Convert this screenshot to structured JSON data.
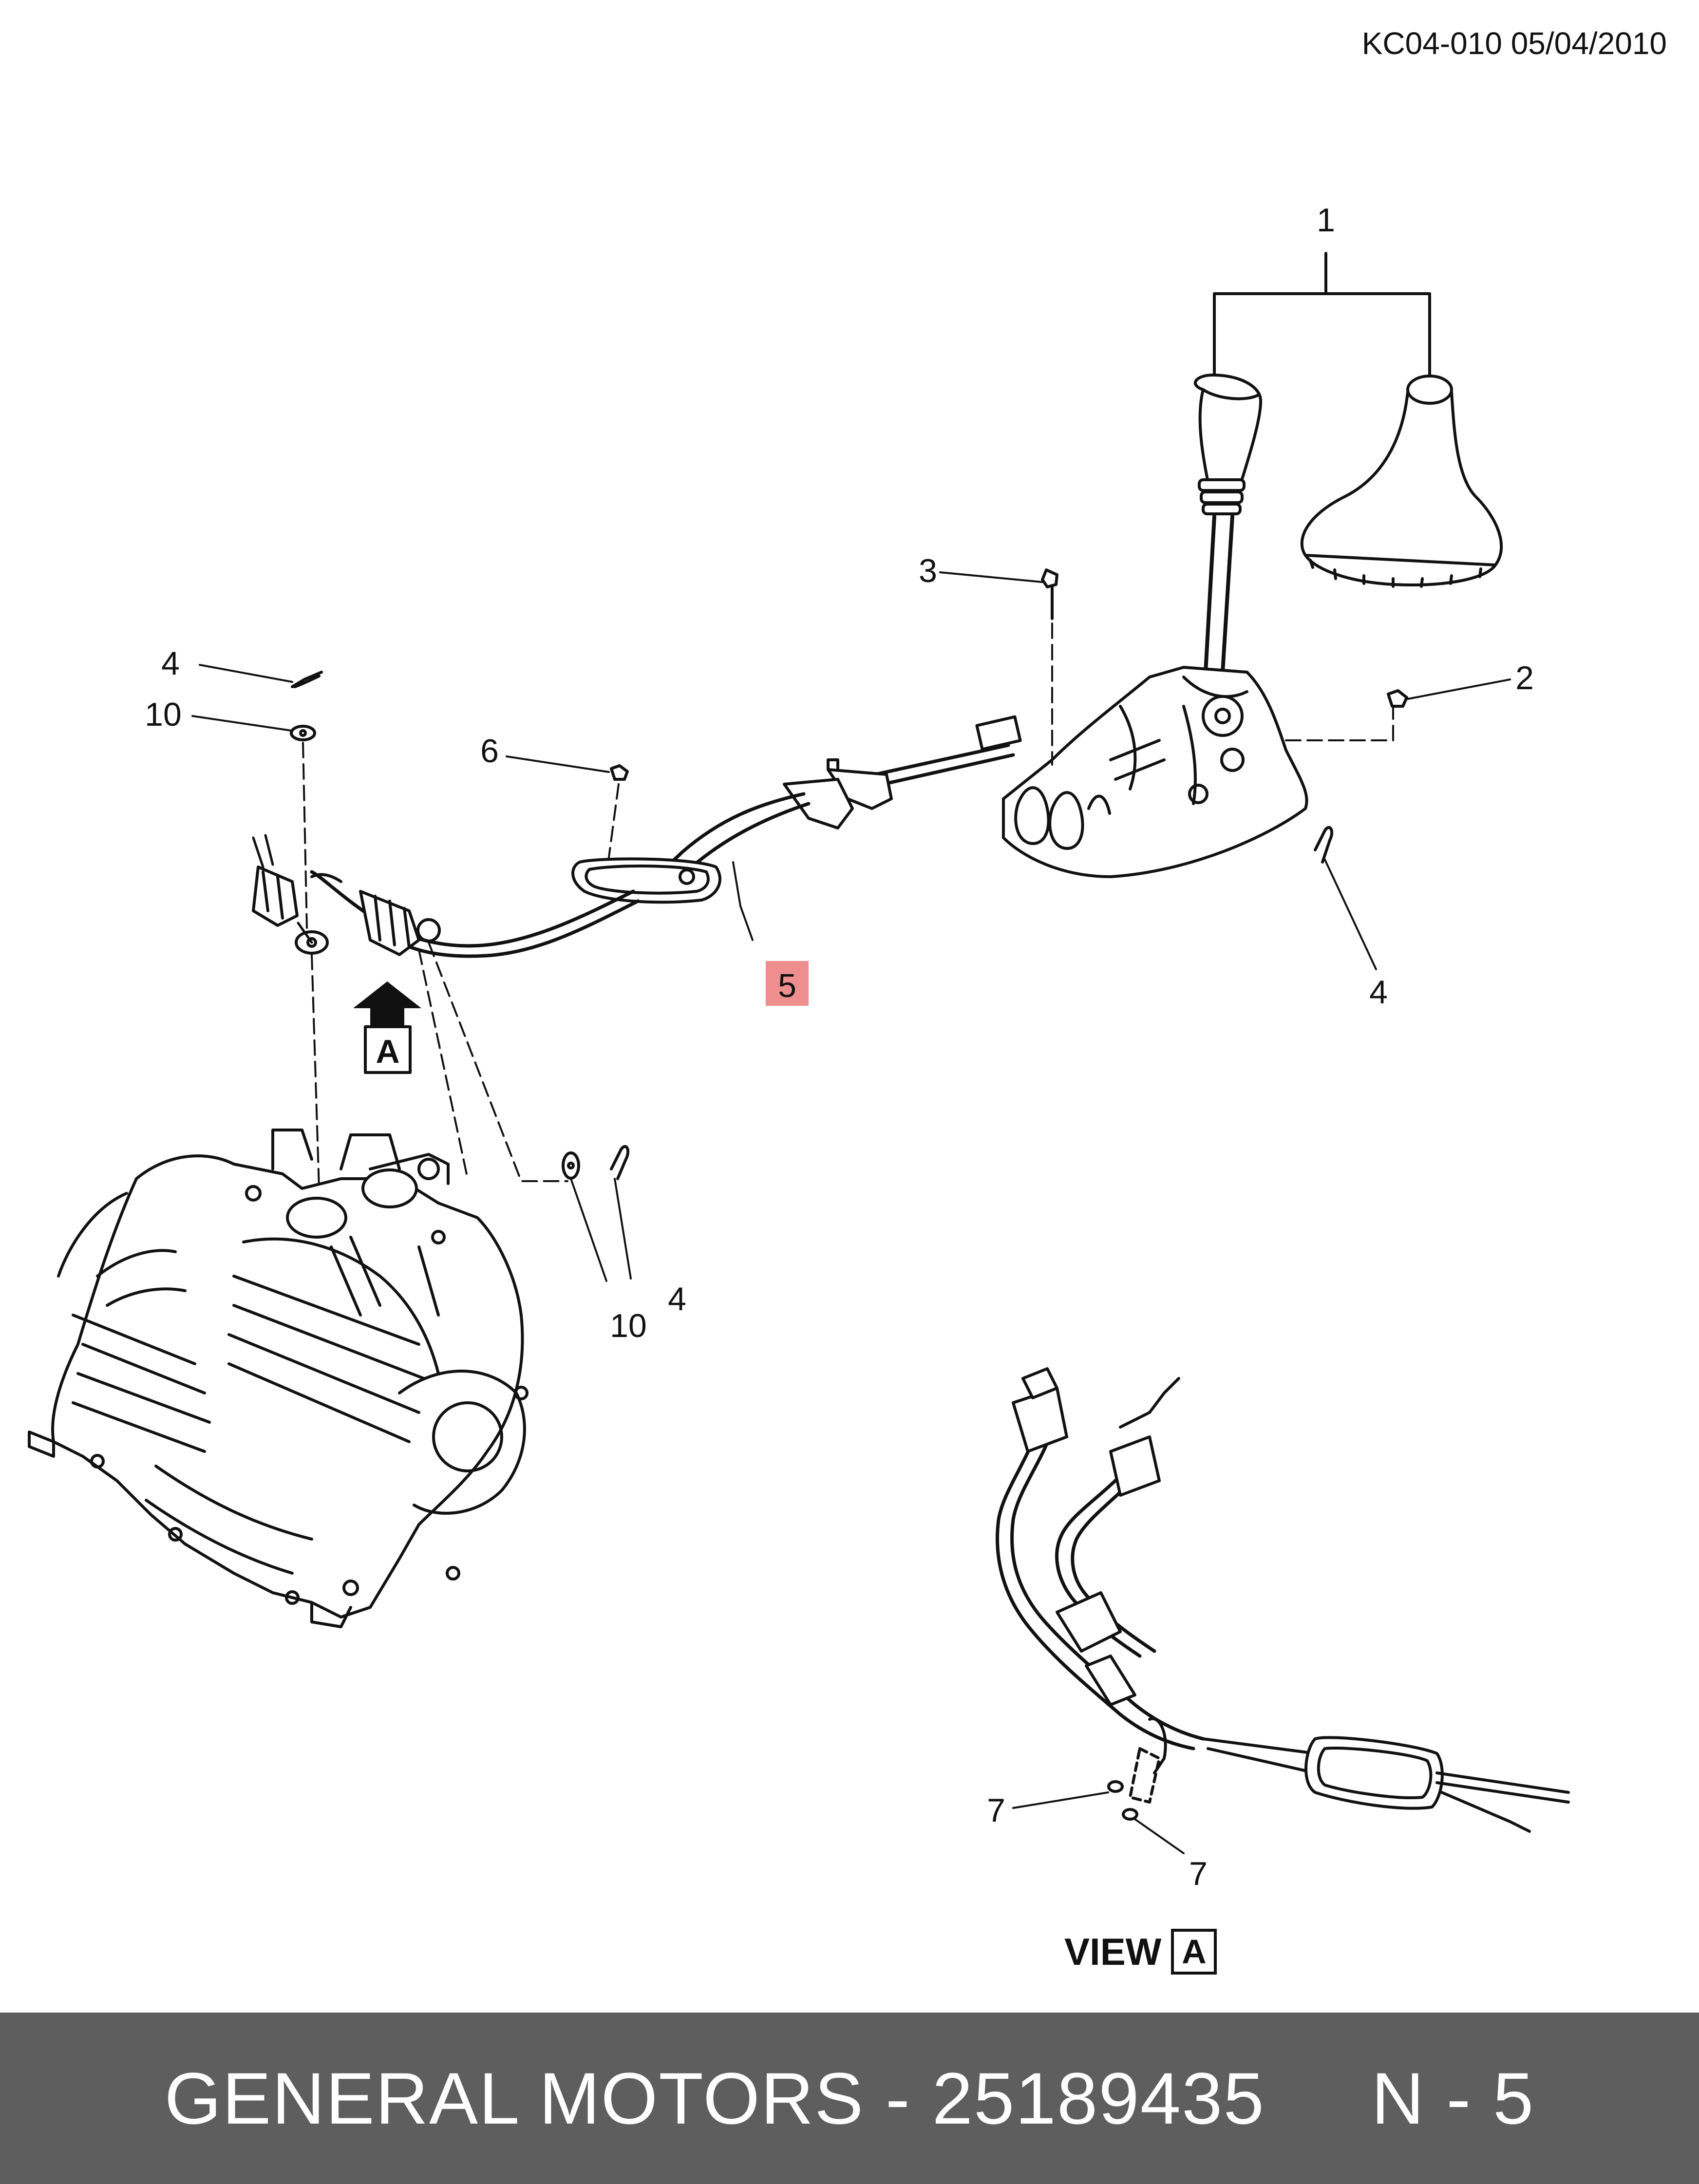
{
  "header": {
    "reference": "KC04-010 05/04/2010"
  },
  "callouts": {
    "c1": "1",
    "c2": "2",
    "c3": "3",
    "c4a": "4",
    "c4b": "4",
    "c4c": "4",
    "c5": "5",
    "c6": "6",
    "c7a": "7",
    "c7b": "7",
    "c10a": "10",
    "c10b": "10"
  },
  "view_marker": {
    "letter": "A"
  },
  "view_label": {
    "word": "VIEW",
    "letter": "A"
  },
  "footer": {
    "text": "GENERAL MOTORS - 25189435     N - 5"
  },
  "colors": {
    "highlight": "#ee8e8e",
    "footer_bg": "#5e5e5e",
    "ink": "#111111"
  }
}
